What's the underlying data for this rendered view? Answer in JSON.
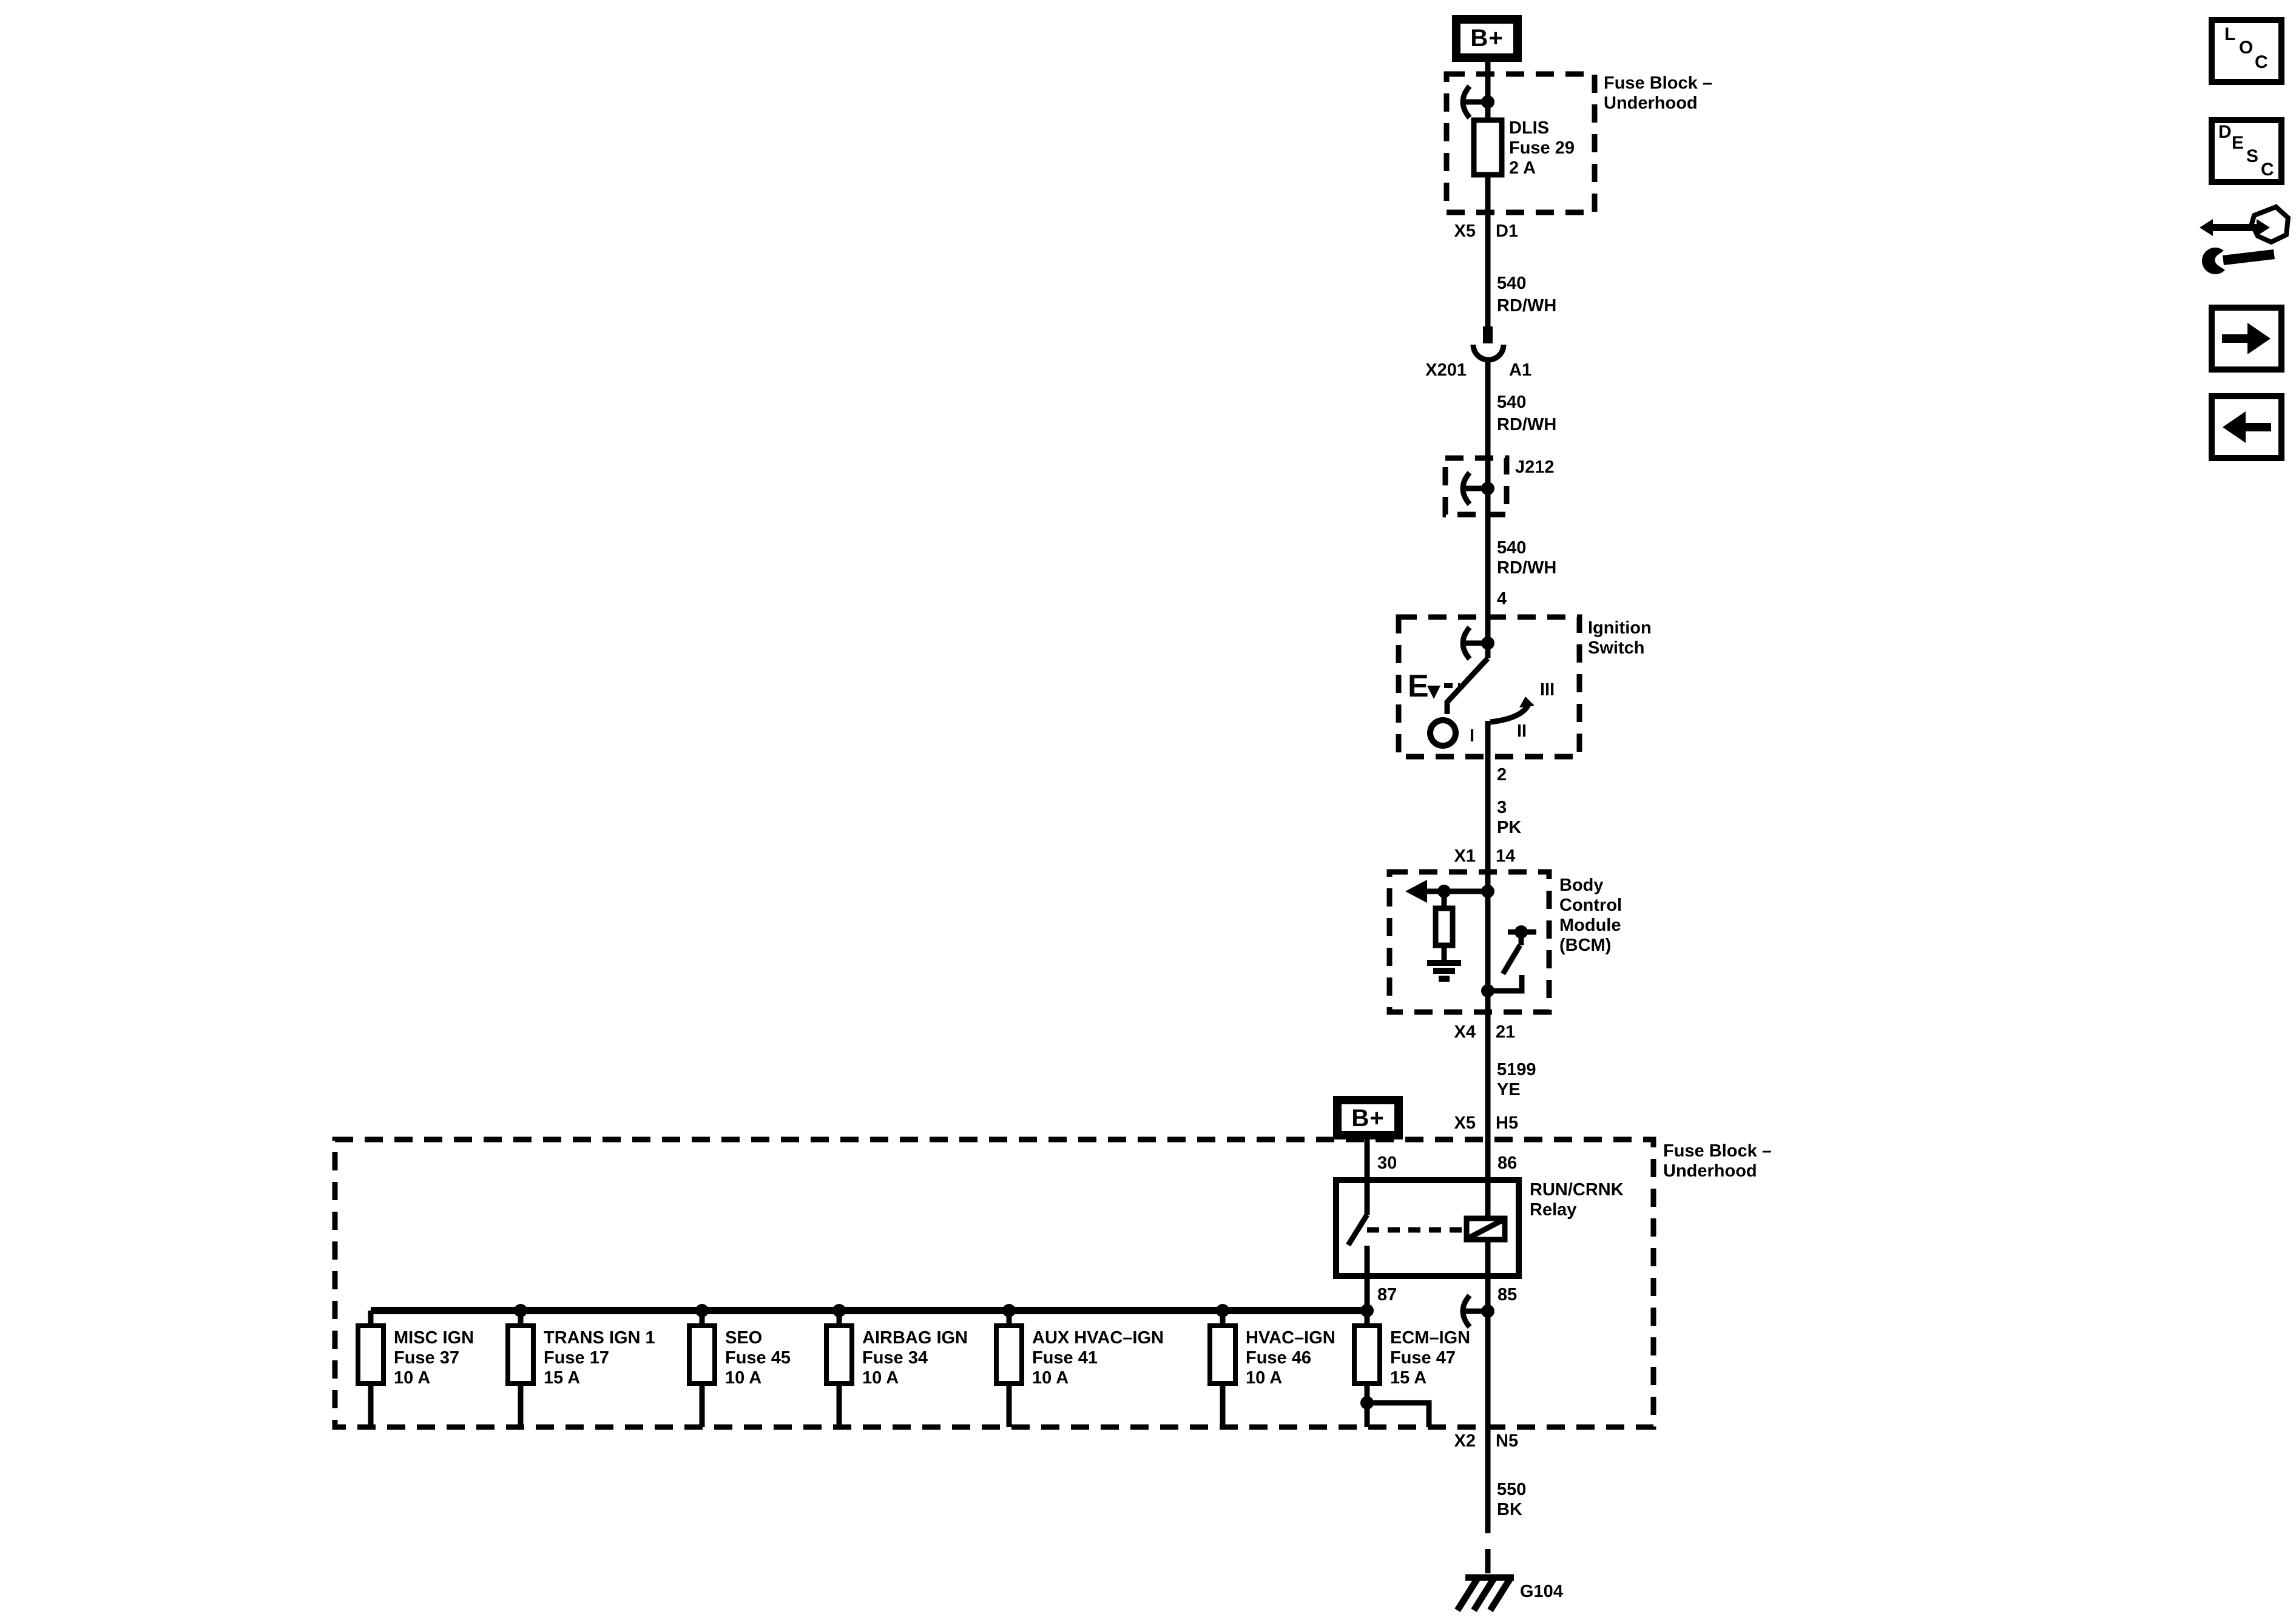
{
  "colors": {
    "ink": "#000000",
    "background": "#ffffff"
  },
  "labels": {
    "b_plus_top": "B+",
    "b_plus_relay": "B+",
    "fuse_block_top_l1": "Fuse Block –",
    "fuse_block_top_l2": "Underhood",
    "dlis_name": "DLIS",
    "dlis_id": "Fuse 29",
    "dlis_rating": "2 A",
    "x5_top": "X5",
    "d1": "D1",
    "w540_1_circuit": "540",
    "w540_1_color": "RD/WH",
    "x201": "X201",
    "a1": "A1",
    "w540_2_circuit": "540",
    "w540_2_color": "RD/WH",
    "j212": "J212",
    "w540_3_circuit": "540",
    "w540_3_color": "RD/WH",
    "pin4": "4",
    "ignition_l1": "Ignition",
    "ignition_l2": "Switch",
    "pos_e": "E",
    "pos_i": "I",
    "pos_ii": "II",
    "pos_iii": "III",
    "pin2": "2",
    "w3_circuit": "3",
    "w3_color": "PK",
    "x1": "X1",
    "pin14": "14",
    "bcm_l1": "Body",
    "bcm_l2": "Control",
    "bcm_l3": "Module",
    "bcm_l4": "(BCM)",
    "x4": "X4",
    "pin21": "21",
    "w5199_circuit": "5199",
    "w5199_color": "YE",
    "x5_mid": "X5",
    "h5": "H5",
    "fuse_block_bot_l1": "Fuse Block –",
    "fuse_block_bot_l2": "Underhood",
    "relay_l1": "RUN/CRNK",
    "relay_l2": "Relay",
    "pin30": "30",
    "pin86": "86",
    "pin87": "87",
    "pin85": "85",
    "x2": "X2",
    "n5": "N5",
    "w550_circuit": "550",
    "w550_color": "BK",
    "ground": "G104"
  },
  "fuses": [
    {
      "name": "MISC IGN",
      "id": "Fuse 37",
      "rating": "10 A"
    },
    {
      "name": "TRANS IGN 1",
      "id": "Fuse 17",
      "rating": "15 A"
    },
    {
      "name": "SEO",
      "id": "Fuse 45",
      "rating": "10 A"
    },
    {
      "name": "AIRBAG IGN",
      "id": "Fuse 34",
      "rating": "10 A"
    },
    {
      "name": "AUX HVAC–IGN",
      "id": "Fuse 41",
      "rating": "10 A"
    },
    {
      "name": "HVAC–IGN",
      "id": "Fuse 46",
      "rating": "10 A"
    },
    {
      "name": "ECM–IGN",
      "id": "Fuse 47",
      "rating": "15 A"
    }
  ],
  "nav": {
    "loc": {
      "l1": "L",
      "l2": "O",
      "l3": "C"
    },
    "desc": {
      "l1": "D",
      "l2": "E",
      "l3": "S",
      "l4": "C"
    }
  }
}
